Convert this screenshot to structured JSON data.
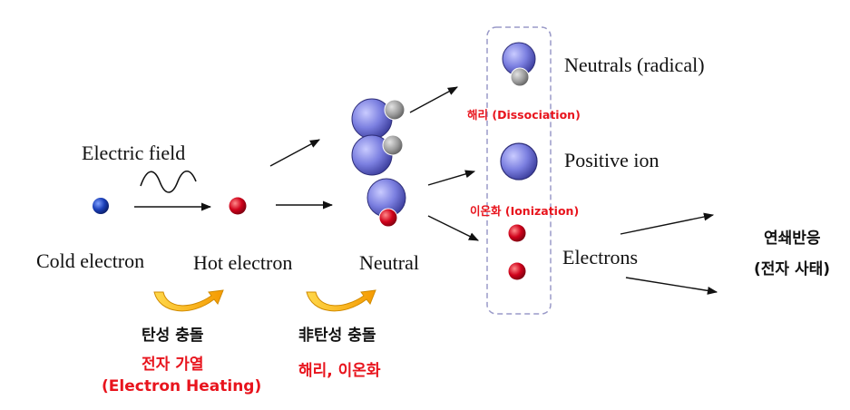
{
  "labels": {
    "electric_field": "Electric field",
    "cold_electron": "Cold electron",
    "hot_electron": "Hot electron",
    "neutral": "Neutral",
    "neutrals_radical": "Neutrals (radical)",
    "positive_ion": "Positive ion",
    "electrons": "Electrons",
    "dissociation": "해리 (Dissociation)",
    "ionization": "이온화 (Ionization)",
    "chain_reaction_line1": "연쇄반응",
    "chain_reaction_line2": "(전자 사태)",
    "elastic_collision": "탄성 충돌",
    "electron_heating_kr": "전자 가열",
    "electron_heating_en": "(Electron Heating)",
    "inelastic_collision": "非탄성 충돌",
    "dissociation_ionization_kr": "해리, 이온화"
  },
  "colors": {
    "cold_electron": "#1b3fb8",
    "hot_electron": "#d0021b",
    "molecule": "#7b7fe0",
    "atom": "#8c8c8c",
    "label_red": "#e8141d",
    "dashed_box": "#9a9ac8",
    "curved_arrow": "#f5b400"
  }
}
